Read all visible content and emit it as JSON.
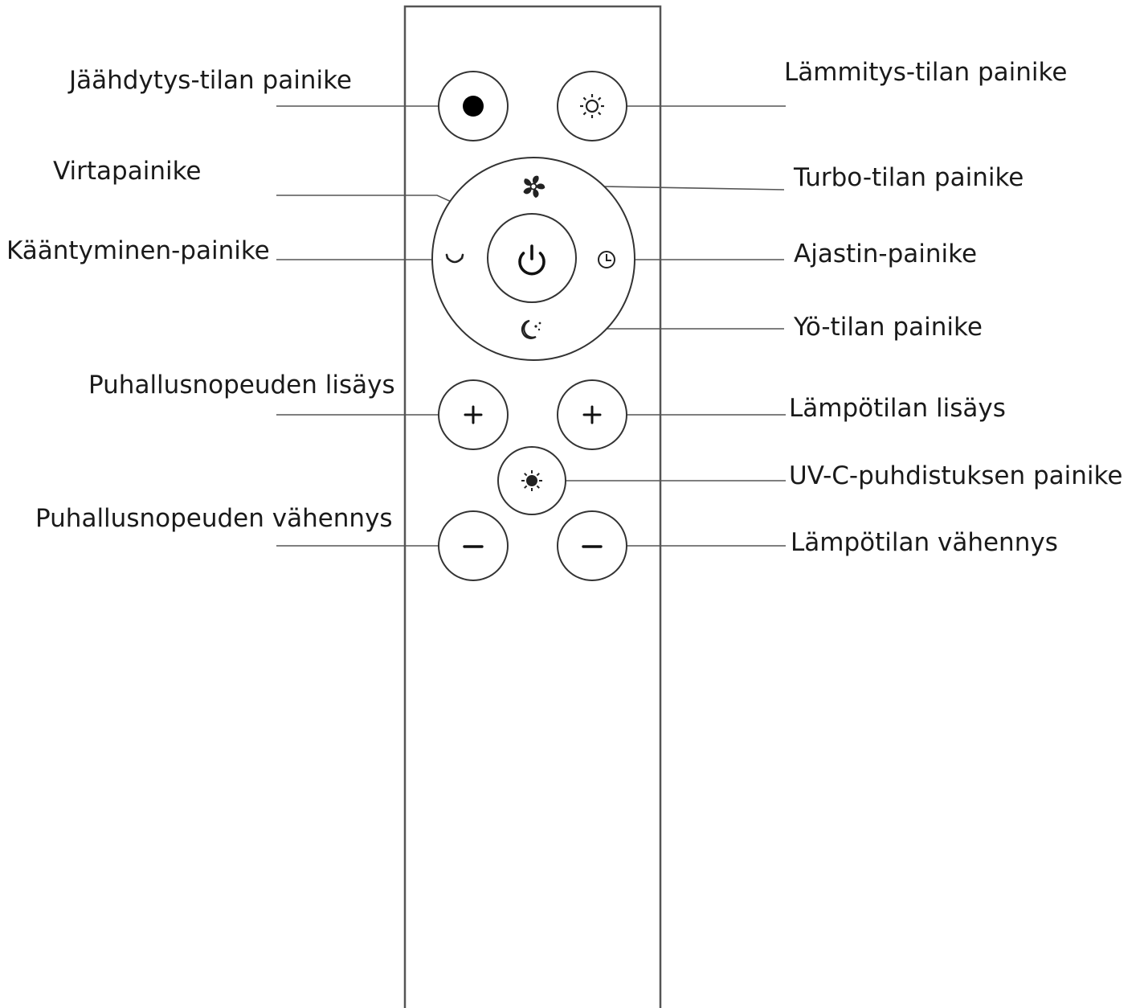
{
  "labels": {
    "cooling_mode": "Jäähdytys-tilan painike",
    "heating_mode": "Lämmitys-tilan painike",
    "power": "Virtapainike",
    "turbo_mode": "Turbo-tilan painike",
    "swing": "Kääntyminen-painike",
    "timer": "Ajastin-painike",
    "night_mode": "Yö-tilan painike",
    "fan_speed_up": "Puhallusnopeuden lisäys",
    "temp_up": "Lämpötilan lisäys",
    "uvc_cleaning": "UV-C-puhdistuksen painike",
    "fan_speed_down": "Puhallusnopeuden vähennys",
    "temp_down": "Lämpötilan vähennys"
  },
  "buttons": {
    "plus_symbol": "+",
    "minus_symbol": "−"
  },
  "icons": {
    "cooling": "dot-icon",
    "heating": "sun-icon",
    "turbo": "fan-icon",
    "power": "power-icon",
    "swing": "swing-icon",
    "timer": "clock-icon",
    "night": "moon-stars-icon",
    "uvc": "uvc-icon"
  },
  "colors": {
    "line": "#555555",
    "text": "#1a1a1a",
    "background": "#ffffff"
  }
}
